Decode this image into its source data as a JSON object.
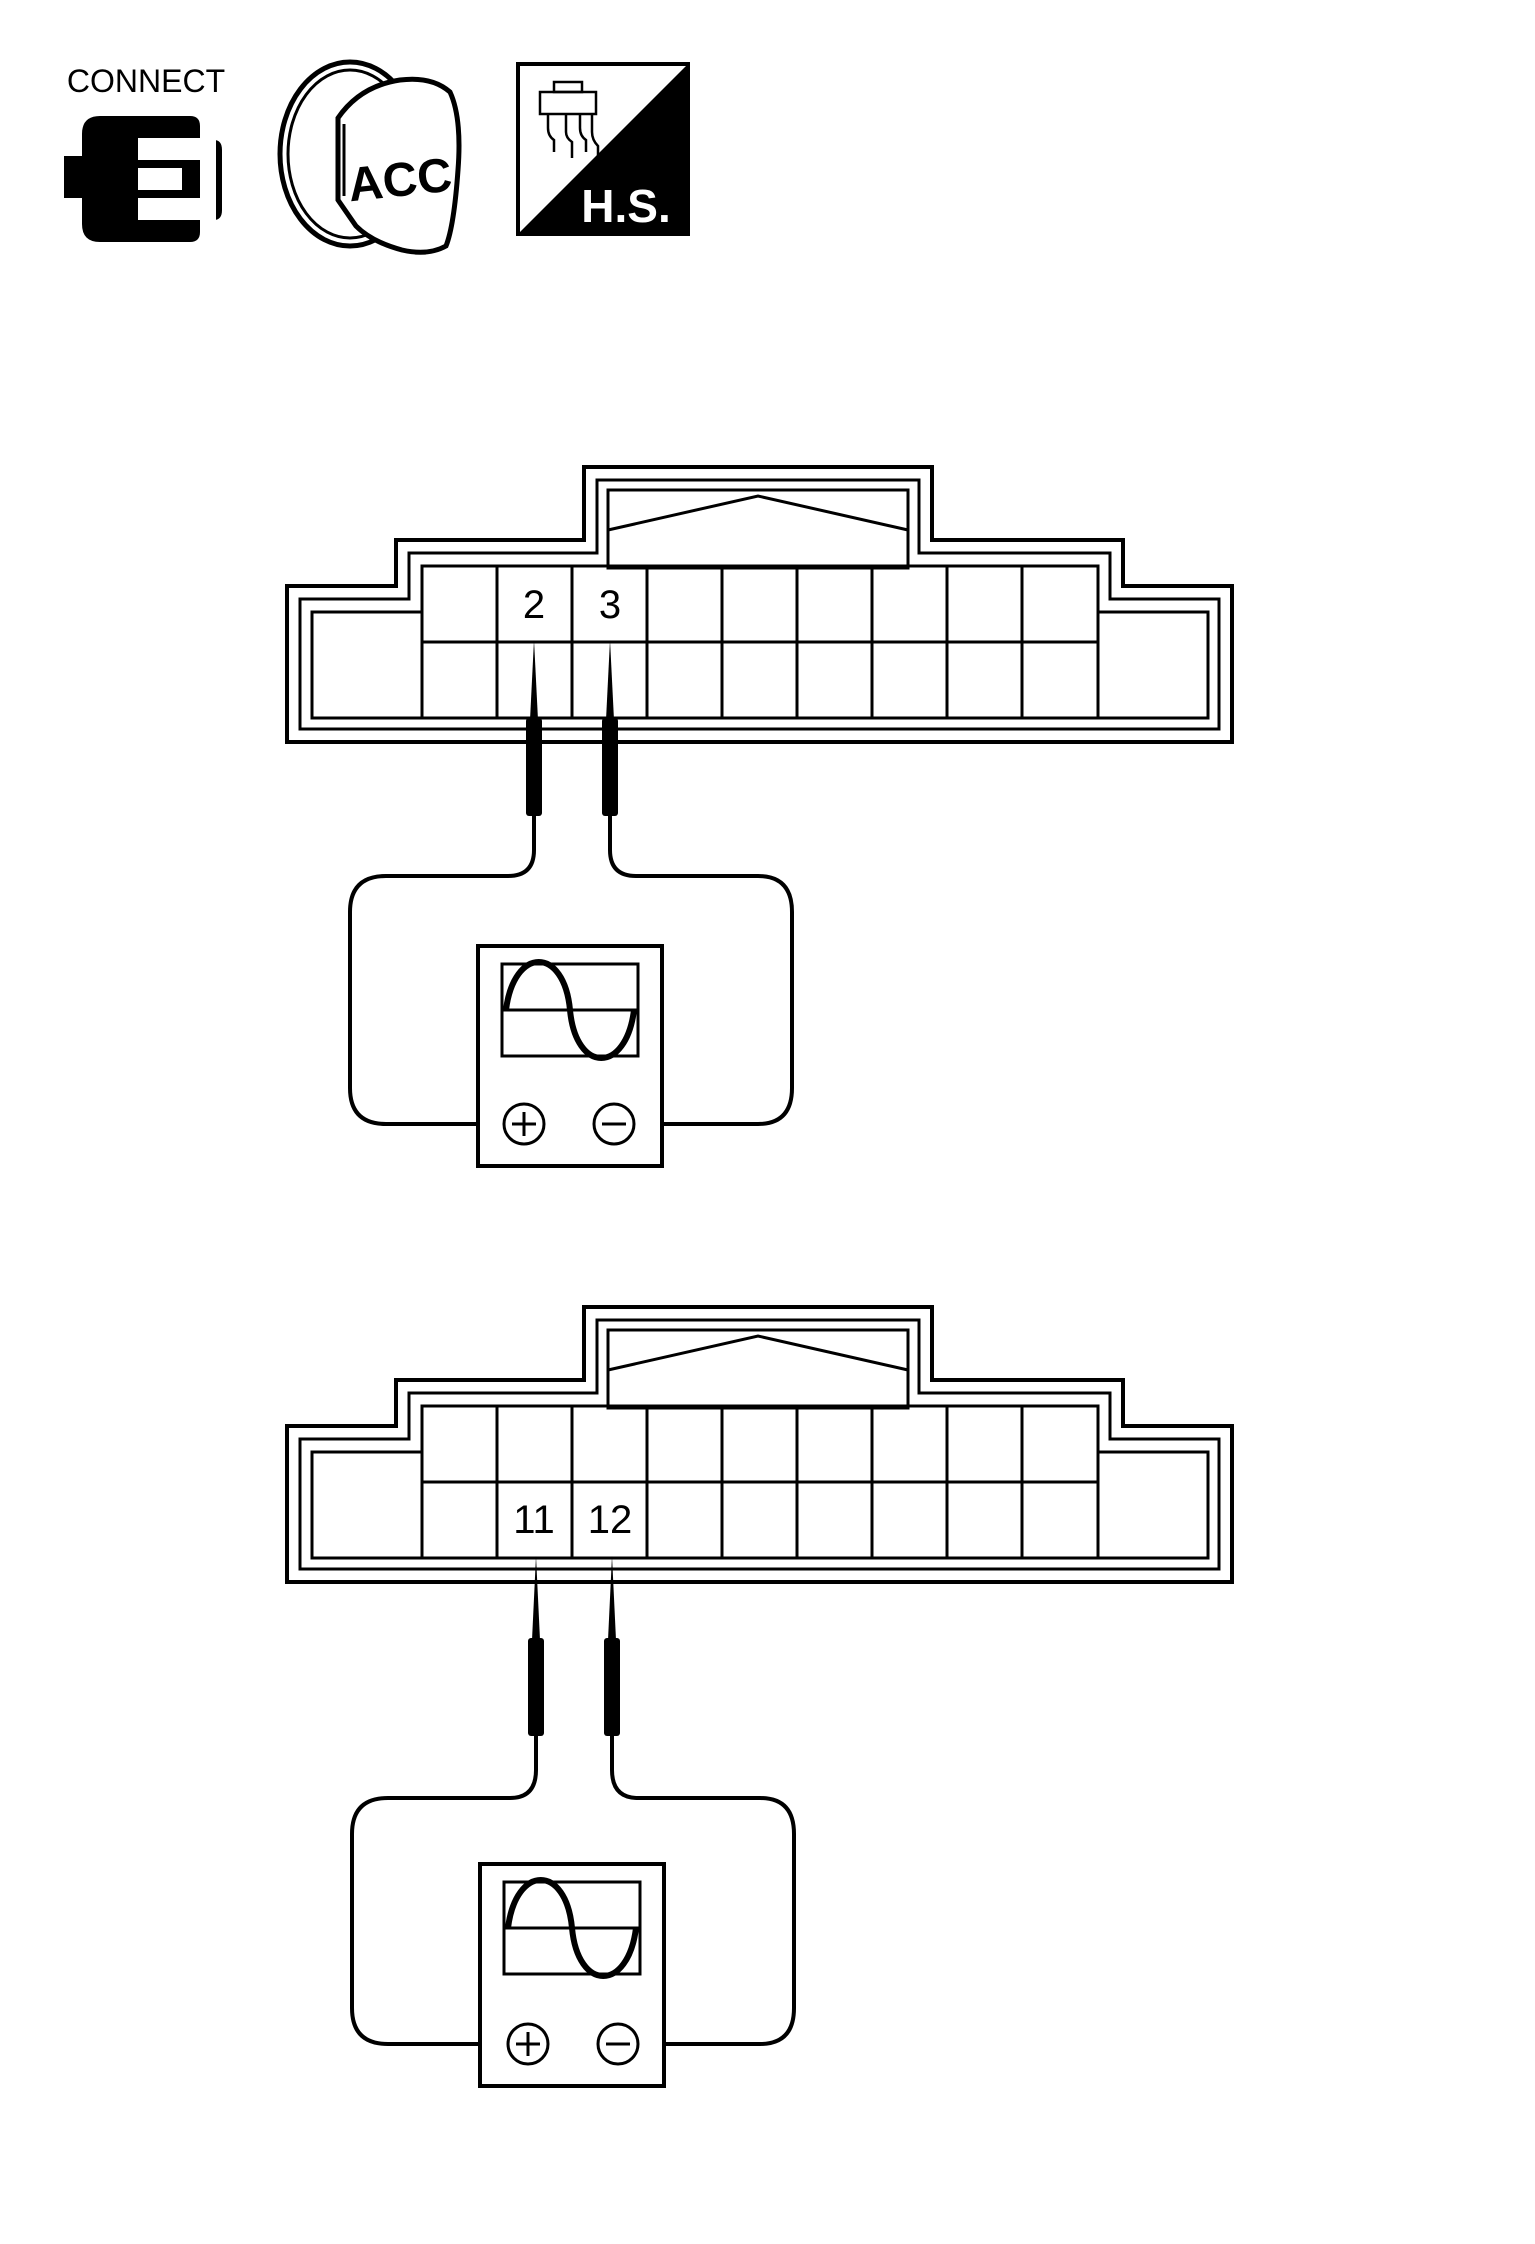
{
  "icons": {
    "connect_label": "CONNECT",
    "key_label": "ACC",
    "hs_label": "H.S."
  },
  "diagrams": [
    {
      "name": "measurement-top",
      "terminals": [
        {
          "number": "2"
        },
        {
          "number": "3"
        }
      ]
    },
    {
      "name": "measurement-bottom",
      "terminals": [
        {
          "number": "11"
        },
        {
          "number": "12"
        }
      ]
    }
  ],
  "colors": {
    "line": "#000000",
    "background": "#ffffff"
  }
}
